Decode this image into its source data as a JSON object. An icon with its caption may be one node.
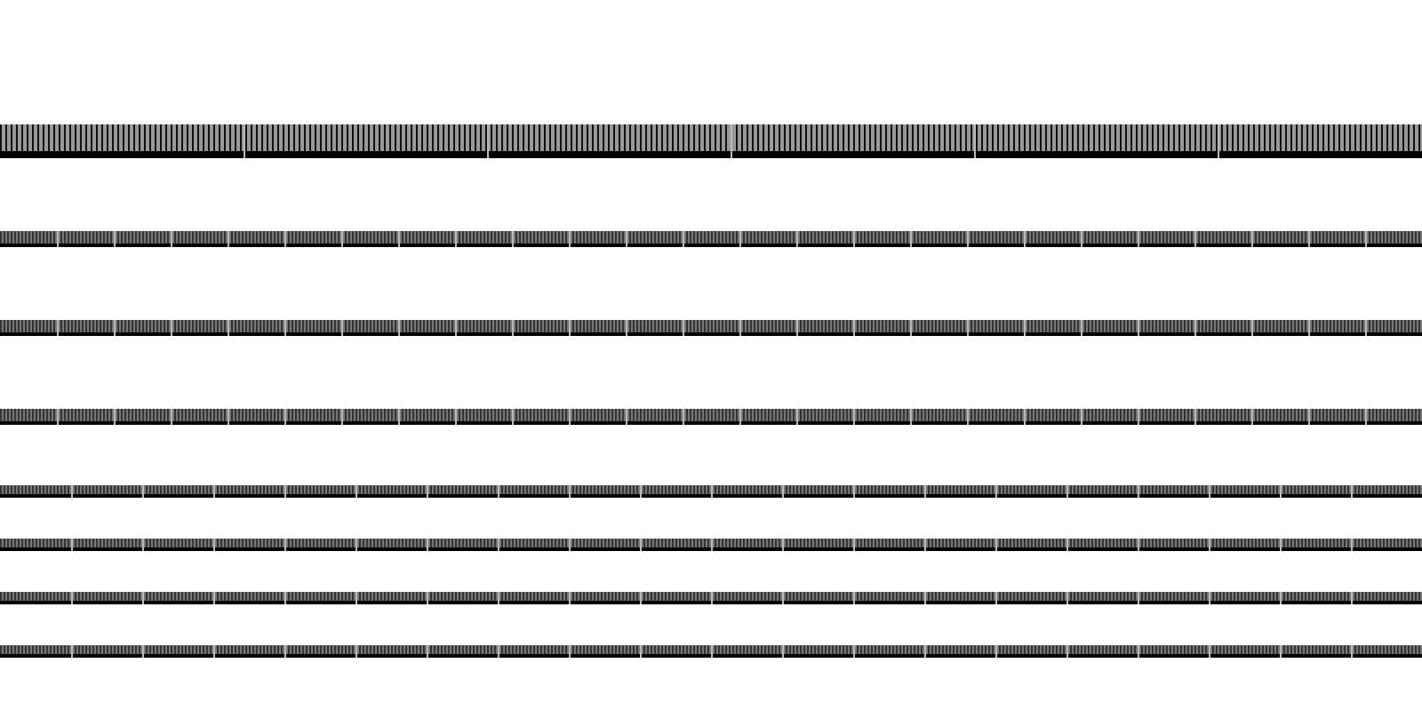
{
  "diagram": {
    "nodes": [
      {
        "text": [],
        "shape": "bar"
      },
      {
        "text": [],
        "shape": "bar"
      },
      {
        "text": [],
        "shape": "bar"
      },
      {
        "text": [],
        "shape": "bar"
      },
      {
        "text": [],
        "shape": "bar"
      },
      {
        "text": [],
        "shape": "bar"
      },
      {
        "text": [],
        "shape": "bar"
      },
      {
        "text": [],
        "shape": "bar"
      }
    ]
  }
}
